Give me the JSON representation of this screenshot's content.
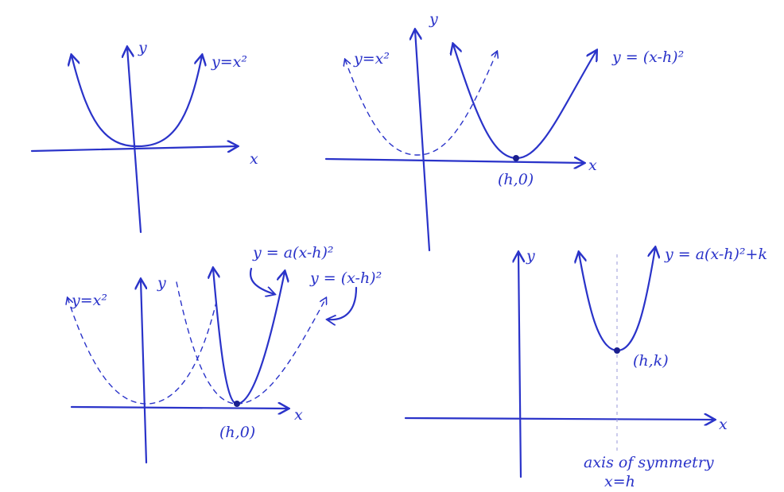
{
  "panel1": {
    "y_label": "y",
    "x_label": "x",
    "curve_label": "y=x²"
  },
  "panel2": {
    "y_label": "y",
    "x_label": "x",
    "dashed_label": "y=x²",
    "curve_label": "y = (x-h)²",
    "vertex_label": "(h,0)"
  },
  "panel3": {
    "y_label": "y",
    "x_label": "x",
    "dashed1_label": "y=x²",
    "curve_label": "y = a(x-h)²",
    "dashed2_label": "y = (x-h)²",
    "vertex_label": "(h,0)"
  },
  "panel4": {
    "y_label": "y",
    "x_label": "x",
    "curve_label": "y = a(x-h)²+k",
    "vertex_label": "(h,k)",
    "axis_caption_1": "axis of symmetry",
    "axis_caption_2": "x=h"
  }
}
